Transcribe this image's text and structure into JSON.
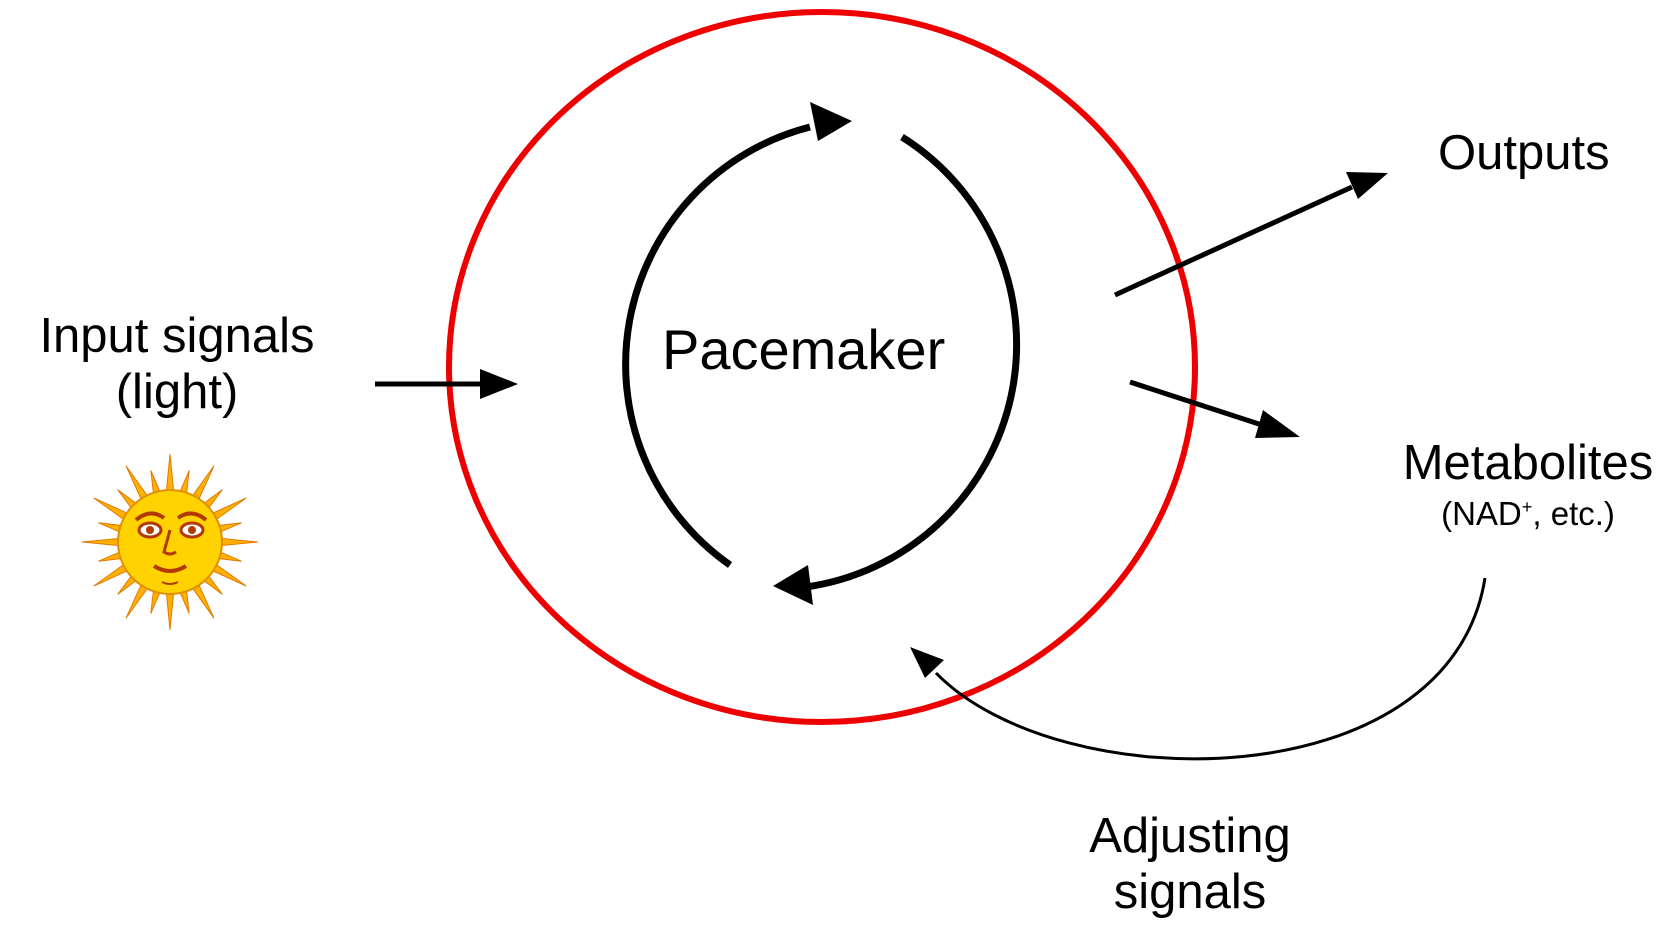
{
  "diagram": {
    "center_label": "Pacemaker",
    "input": {
      "line1": "Input signals",
      "line2": "(light)",
      "icon": "sun-icon"
    },
    "outputs_label": "Outputs",
    "metabolites": {
      "label": "Metabolites",
      "sub_prefix": "(NAD",
      "sub_sup": "+",
      "sub_suffix": ", etc.)"
    },
    "adjusting": {
      "line1": "Adjusting",
      "line2": "signals"
    },
    "colors": {
      "highlight_ellipse": "#ee0000",
      "arrows": "#000000",
      "sun_body": "#ffd200",
      "sun_rays": "#ffb000",
      "sun_features": "#b23a00"
    }
  }
}
